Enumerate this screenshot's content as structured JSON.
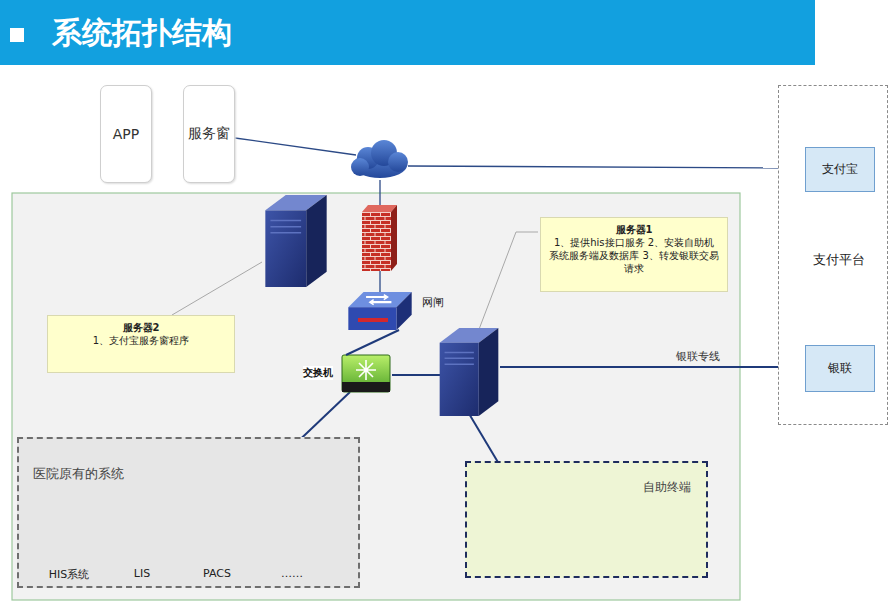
{
  "diagram": {
    "title": "系统拓扑结构",
    "nodes": [
      {
        "text": [
          "APP"
        ]
      },
      {
        "text": [
          "服务窗"
        ]
      },
      {
        "text": [
          "支付平台"
        ]
      },
      {
        "text": [
          "支付宝"
        ],
        "in": 2
      },
      {
        "text": [
          "银联"
        ],
        "in": 2
      },
      {
        "text": [
          "服务器1",
          "1、提供his接口服务 2、安装自助机系统服务端及数据库 3、转发银联交易请求"
        ]
      },
      {
        "text": [
          "网闸"
        ]
      },
      {
        "text": [
          "服务器2",
          "1、支付宝服务窗程序"
        ]
      },
      {
        "text": [
          "交换机"
        ]
      },
      {
        "text": [
          "医院原有的系统"
        ]
      },
      {
        "text": [
          "HIS系统"
        ],
        "in": 9
      },
      {
        "text": [
          "LIS"
        ],
        "in": 9
      },
      {
        "text": [
          "PACS"
        ],
        "in": 9
      },
      {
        "text": [
          "……"
        ],
        "in": 9
      },
      {
        "text": [
          "自助终端"
        ]
      }
    ],
    "edges": [
      {
        "from": 6,
        "to": 8,
        "arrow": "none"
      }
    ],
    "labels": [
      "银联专线"
    ]
  }
}
